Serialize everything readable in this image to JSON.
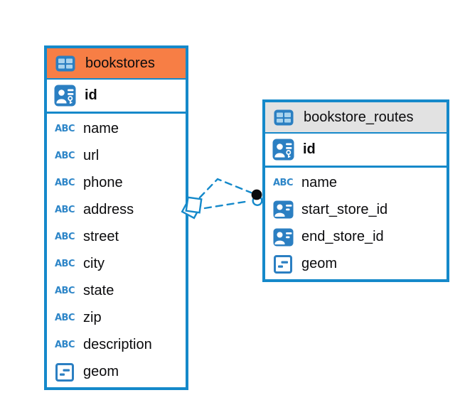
{
  "diagram": {
    "accent_blue": "#1589CA",
    "icon_blue": "#2B7FC2",
    "tables": [
      {
        "name": "bookstores",
        "header_bg": "#F77E45",
        "columns": [
          {
            "name": "id",
            "type": "primary-key"
          },
          {
            "name": "name",
            "type": "text"
          },
          {
            "name": "url",
            "type": "text"
          },
          {
            "name": "phone",
            "type": "text"
          },
          {
            "name": "address",
            "type": "text"
          },
          {
            "name": "street",
            "type": "text"
          },
          {
            "name": "city",
            "type": "text"
          },
          {
            "name": "state",
            "type": "text"
          },
          {
            "name": "zip",
            "type": "text"
          },
          {
            "name": "description",
            "type": "text"
          },
          {
            "name": "geom",
            "type": "geometry"
          }
        ]
      },
      {
        "name": "bookstore_routes",
        "header_bg": "#E2E2E2",
        "columns": [
          {
            "name": "id",
            "type": "primary-key"
          },
          {
            "name": "name",
            "type": "text"
          },
          {
            "name": "start_store_id",
            "type": "foreign-key"
          },
          {
            "name": "end_store_id",
            "type": "foreign-key"
          },
          {
            "name": "geom",
            "type": "geometry"
          }
        ]
      }
    ],
    "relationship": {
      "from_table": "bookstores",
      "to_table": "bookstore_routes",
      "line_style": "dashed",
      "line_color": "#1589CA",
      "line_count": 2,
      "source_marker": "diamond",
      "target_marker": "dot"
    },
    "icons": {
      "text_glyph": "ABC",
      "table_icon": "grid-table",
      "primary_key_icon": "person-badge-with-key",
      "foreign_key_icon": "person-badge",
      "geometry_icon": "square-with-dashes"
    }
  }
}
